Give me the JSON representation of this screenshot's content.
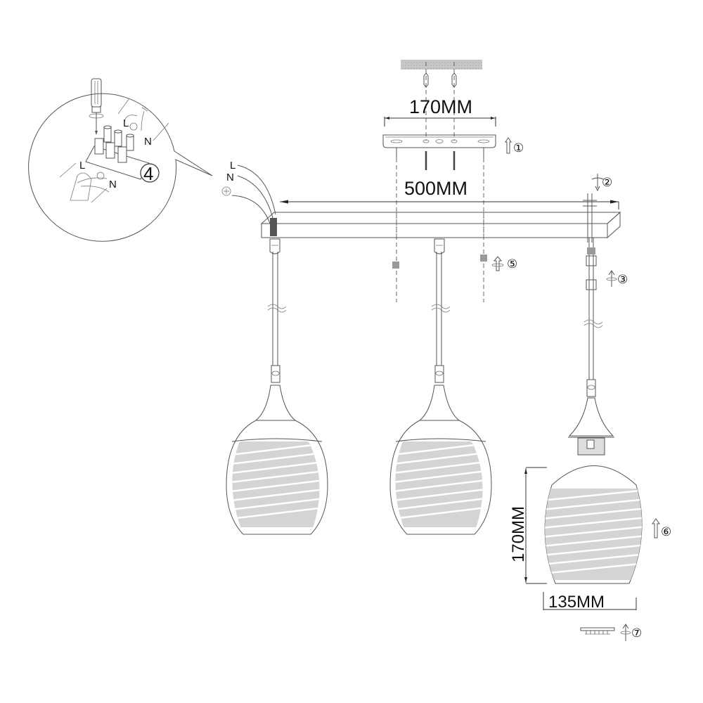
{
  "dimensions": {
    "canopy_spacing": "170MM",
    "bar_length": "500MM",
    "shade_height": "170MM",
    "shade_width": "135MM"
  },
  "wiring": {
    "live_label": "L",
    "neutral_label": "N",
    "earth_symbol": "⏚"
  },
  "inset": {
    "step_number": "4",
    "live_top": "L",
    "neutral_top": "N",
    "live_bottom": "L",
    "neutral_bottom": "N"
  },
  "steps": [
    {
      "number": "①",
      "icon": "up-arrow"
    },
    {
      "number": "②",
      "icon": "screw-down-arrow"
    },
    {
      "number": "③",
      "icon": "twist-arrow"
    },
    {
      "number": "④",
      "icon": "terminal-block"
    },
    {
      "number": "⑤",
      "icon": "twist-arrow"
    },
    {
      "number": "⑥",
      "icon": "up-arrow"
    },
    {
      "number": "⑦",
      "icon": "twist-arrow"
    }
  ],
  "colors": {
    "line": "#555555",
    "glass_fill": "#d4d4d4",
    "ceiling_fill": "#c8c8c8",
    "text": "#111111"
  }
}
